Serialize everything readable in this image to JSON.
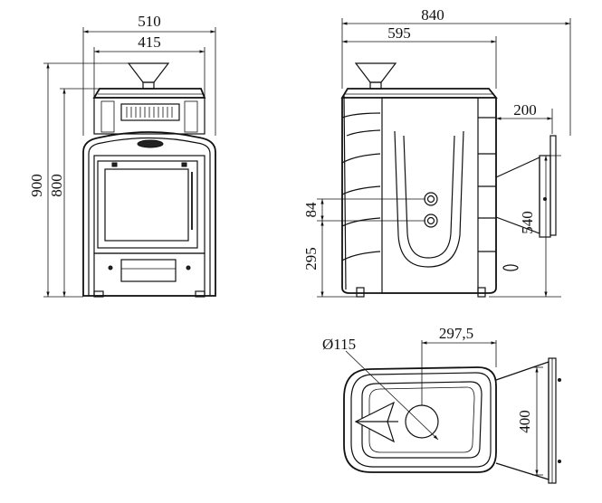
{
  "dimensions": {
    "front_width_overall": "510",
    "front_width_top": "415",
    "front_height_overall": "900",
    "front_height_body": "800",
    "side_depth_overall": "840",
    "side_depth_body": "595",
    "side_tank_width": "200",
    "side_pipe_spacing": "84",
    "side_pipe_height": "295",
    "side_tank_height": "540",
    "top_chimney_diameter": "Ø115",
    "top_chimney_offset": "297,5",
    "top_tank_depth": "400"
  },
  "colors": {
    "line": "#111111",
    "background": "#ffffff"
  }
}
